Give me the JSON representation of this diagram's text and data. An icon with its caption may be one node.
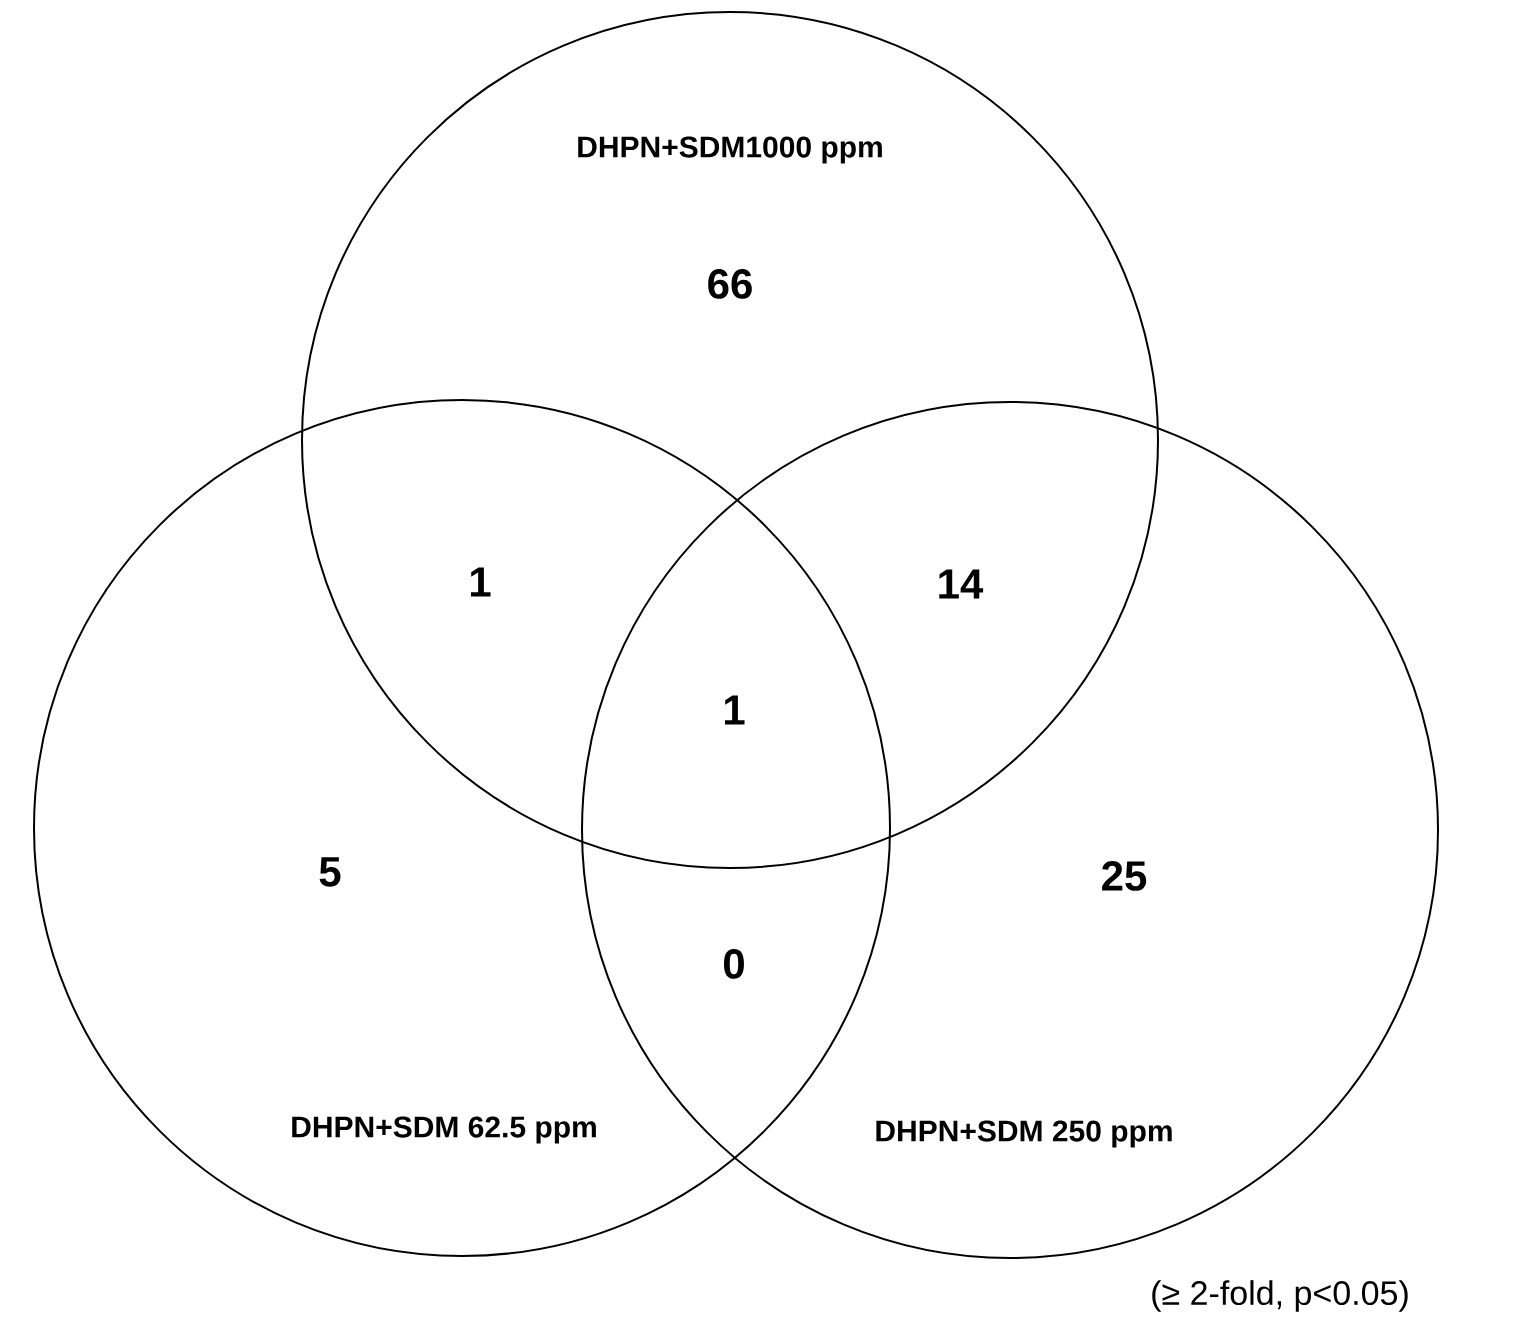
{
  "diagram": {
    "nodes": [
      {
        "text": [
          "DHPN+SDM1000 ppm"
        ]
      },
      {
        "text": [
          "DHPN+SDM 62.5 ppm"
        ]
      },
      {
        "text": [
          "DHPN+SDM 250 ppm"
        ]
      }
    ],
    "edges": [],
    "labels": [
      "66",
      "1",
      "14",
      "1",
      "5",
      "25",
      "0",
      "(≥ 2-fold, p<0.05)"
    ]
  }
}
